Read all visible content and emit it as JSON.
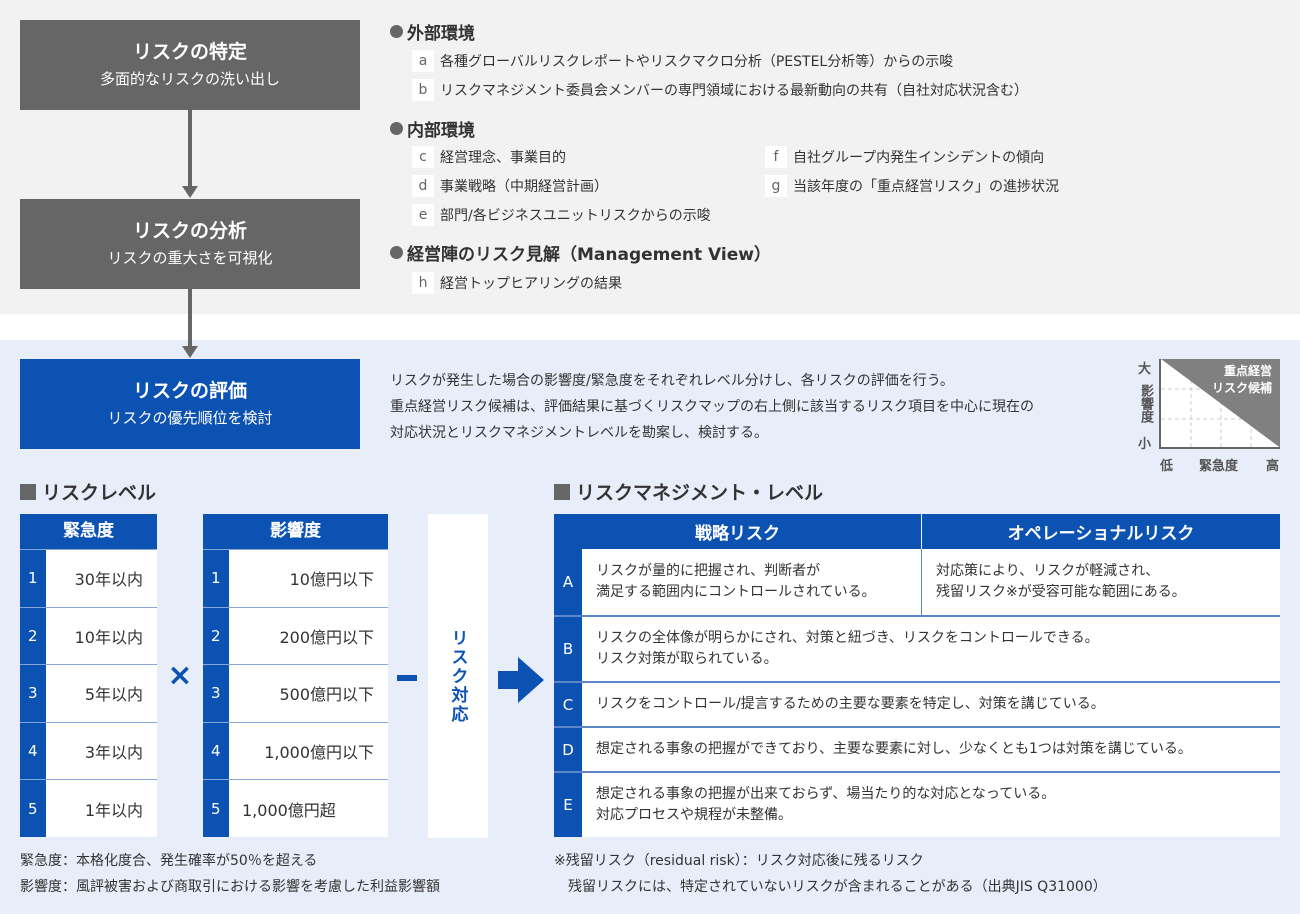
{
  "colors": {
    "primary_blue": "#0c52b3",
    "step_gray": "#666666",
    "bg_gray": "#f2f2f2",
    "bg_blue": "#e8eef9"
  },
  "steps": [
    {
      "title": "リスクの特定",
      "subtitle": "多面的なリスクの洗い出し"
    },
    {
      "title": "リスクの分析",
      "subtitle": "リスクの重大さを可視化"
    },
    {
      "title": "リスクの評価",
      "subtitle": "リスクの優先順位を検討"
    }
  ],
  "sources": {
    "external": {
      "heading": "外部環境",
      "items": [
        {
          "key": "a",
          "text": "各種グローバルリスクレポートやリスクマクロ分析（PESTEL分析等）からの示唆"
        },
        {
          "key": "b",
          "text": "リスクマネジメント委員会メンバーの専門領域における最新動向の共有（自社対応状況含む）"
        }
      ]
    },
    "internal": {
      "heading": "内部環境",
      "items": [
        {
          "key": "c",
          "text": "経営理念、事業目的"
        },
        {
          "key": "d",
          "text": "事業戦略（中期経営計画）"
        },
        {
          "key": "e",
          "text": "部門/各ビジネスユニットリスクからの示唆"
        },
        {
          "key": "f",
          "text": "自社グループ内発生インシデントの傾向"
        },
        {
          "key": "g",
          "text": "当該年度の「重点経営リスク」の進捗状況"
        }
      ]
    },
    "management": {
      "heading": "経営陣のリスク見解（Management View）",
      "items": [
        {
          "key": "h",
          "text": "経営トップヒアリングの結果"
        }
      ]
    }
  },
  "evaluation_description": [
    "リスクが発生した場合の影響度/緊急度をそれぞれレベル分けし、各リスクの評価を行う。",
    "重点経営リスク候補は、評価結果に基づくリスクマップの右上側に該当するリスク項目を中心に現在の",
    "対応状況とリスクマネジメントレベルを勘案し、検討する。"
  ],
  "risk_map": {
    "y_high": "大",
    "y_label": "影響度",
    "y_low": "小",
    "x_low": "低",
    "x_label": "緊急度",
    "x_high": "高",
    "candidate_label_1": "重点経営",
    "candidate_label_2": "リスク候補"
  },
  "risk_level": {
    "heading": "リスクレベル",
    "urgency": {
      "header": "緊急度",
      "rows": [
        {
          "level": "1",
          "value": "30年以内"
        },
        {
          "level": "2",
          "value": "10年以内"
        },
        {
          "level": "3",
          "value": "5年以内"
        },
        {
          "level": "4",
          "value": "3年以内"
        },
        {
          "level": "5",
          "value": "1年以内"
        }
      ]
    },
    "impact": {
      "header": "影響度",
      "rows": [
        {
          "level": "1",
          "value": "10億円以下"
        },
        {
          "level": "2",
          "value": "200億円以下"
        },
        {
          "level": "3",
          "value": "500億円以下"
        },
        {
          "level": "4",
          "value": "1,000億円以下"
        },
        {
          "level": "5",
          "value": "1,000億円超"
        }
      ]
    },
    "operator_times": "×",
    "response_label": "リスク対応",
    "notes": [
      "緊急度：本格化度合、発生確率が50％を超える",
      "影響度：風評被害および商取引における影響を考慮した利益影響額"
    ]
  },
  "management_level": {
    "heading": "リスクマネジメント・レベル",
    "columns": [
      "戦略リスク",
      "オペレーショナルリスク"
    ],
    "rows": [
      {
        "level": "A",
        "strategic": [
          "リスクが量的に把握され、判断者が",
          "満足する範囲内にコントロールされている。"
        ],
        "operational": [
          "対応策により、リスクが軽減され、",
          "残留リスク※が受容可能な範囲にある。"
        ]
      },
      {
        "level": "B",
        "text": [
          "リスクの全体像が明らかにされ、対策と紐づき、リスクをコントロールできる。",
          "リスク対策が取られている。"
        ]
      },
      {
        "level": "C",
        "text": [
          "リスクをコントロール/提言するための主要な要素を特定し、対策を講じている。"
        ]
      },
      {
        "level": "D",
        "text": [
          "想定される事象の把握ができており、主要な要素に対し、少なくとも1つは対策を講じている。"
        ]
      },
      {
        "level": "E",
        "text": [
          "想定される事象の把握が出来ておらず、場当たり的な対応となっている。",
          "対応プロセスや規程が未整備。"
        ]
      }
    ],
    "notes": [
      "※残留リスク（residual risk）：リスク対応後に残るリスク",
      "　残留リスクには、特定されていないリスクが含まれることがある（出典JIS Q31000）"
    ]
  }
}
